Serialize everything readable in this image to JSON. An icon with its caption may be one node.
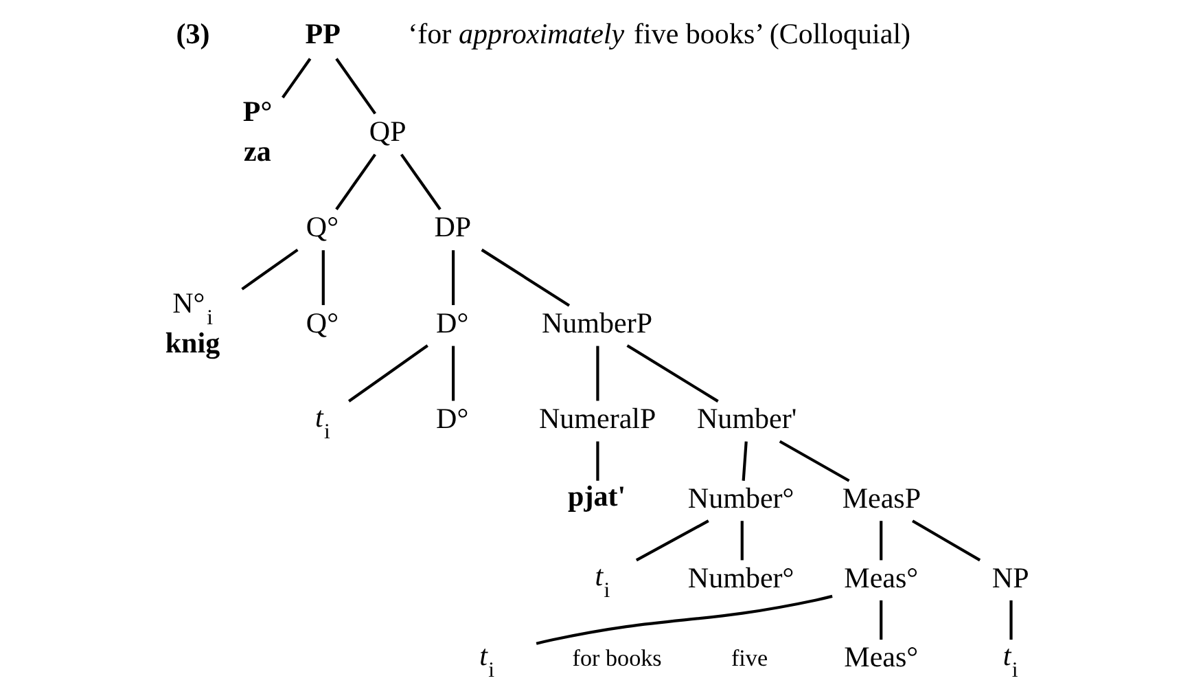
{
  "diagram": {
    "nodes": [
      {
        "text": [
          "PP"
        ]
      },
      {
        "text": [
          "P°",
          "za"
        ]
      },
      {
        "text": [
          "QP"
        ]
      },
      {
        "text": [
          "Q°"
        ]
      },
      {
        "text": [
          "DP"
        ]
      },
      {
        "text": [
          "N°$_{i}$",
          "knig"
        ]
      },
      {
        "text": [
          "Q°"
        ]
      },
      {
        "text": [
          "D°"
        ]
      },
      {
        "text": [
          "NumberP"
        ]
      },
      {
        "text": [
          "*t*$_{i}$"
        ]
      },
      {
        "text": [
          "D°"
        ]
      },
      {
        "text": [
          "NumeralP"
        ]
      },
      {
        "text": [
          "Number'"
        ]
      },
      {
        "text": [
          "pjat'"
        ]
      },
      {
        "text": [
          "Number°"
        ]
      },
      {
        "text": [
          "MeasP"
        ]
      },
      {
        "text": [
          "*t*$_{i}$"
        ]
      },
      {
        "text": [
          "Number°"
        ]
      },
      {
        "text": [
          "Meas°"
        ]
      },
      {
        "text": [
          "NP"
        ]
      },
      {
        "text": [
          "*t*$_{i}$"
        ]
      },
      {
        "text": [
          "Meas°"
        ]
      },
      {
        "text": [
          "*t*$_{i}$"
        ]
      }
    ],
    "edges": [
      {
        "from": 0,
        "to": 1,
        "arrow": "none"
      },
      {
        "from": 0,
        "to": 2,
        "arrow": "none"
      },
      {
        "from": 2,
        "to": 3,
        "arrow": "none"
      },
      {
        "from": 2,
        "to": 4,
        "arrow": "none"
      },
      {
        "from": 3,
        "to": 5,
        "arrow": "none"
      },
      {
        "from": 3,
        "to": 6,
        "arrow": "none"
      },
      {
        "from": 4,
        "to": 7,
        "arrow": "none"
      },
      {
        "from": 4,
        "to": 8,
        "arrow": "none"
      },
      {
        "from": 7,
        "to": 9,
        "arrow": "none"
      },
      {
        "from": 7,
        "to": 10,
        "arrow": "none"
      },
      {
        "from": 8,
        "to": 11,
        "arrow": "none"
      },
      {
        "from": 8,
        "to": 12,
        "arrow": "none"
      },
      {
        "from": 11,
        "to": 13,
        "arrow": "none"
      },
      {
        "from": 12,
        "to": 14,
        "arrow": "none"
      },
      {
        "from": 12,
        "to": 15,
        "arrow": "none"
      },
      {
        "from": 14,
        "to": 16,
        "arrow": "none"
      },
      {
        "from": 14,
        "to": 17,
        "arrow": "none"
      },
      {
        "from": 15,
        "to": 18,
        "arrow": "none"
      },
      {
        "from": 15,
        "to": 19,
        "arrow": "none"
      },
      {
        "from": 18,
        "to": 20,
        "arrow": "none"
      },
      {
        "from": 18,
        "to": 21,
        "arrow": "none"
      },
      {
        "from": 19,
        "to": 22,
        "arrow": "none"
      }
    ],
    "labels": [
      "(3)",
      "‘for *approximately* five books’ (Colloquial)",
      "for books",
      "five"
    ]
  }
}
